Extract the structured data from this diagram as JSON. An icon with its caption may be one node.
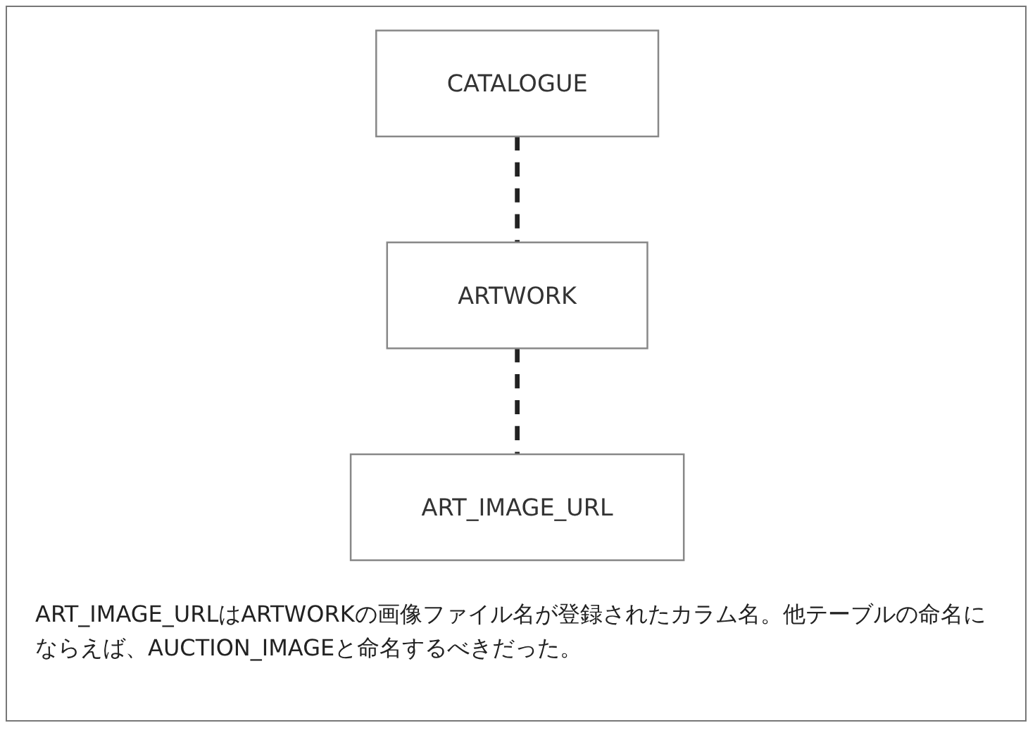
{
  "diagram": {
    "caption": "ART_IMAGE_URLはARTWORKの画像ファイル名が登録されたカラム名。他テーブルの命名にならえば、AUCTION_IMAGEと命名するべきだった。",
    "nodes": [
      {
        "text": [
          "CATALOGUE"
        ]
      },
      {
        "text": [
          "ARTWORK"
        ]
      },
      {
        "text": [
          "ART_IMAGE_URL"
        ]
      }
    ],
    "edges": [
      {
        "from": 0,
        "to": 1,
        "arrow": "none",
        "style": "dashed"
      },
      {
        "from": 1,
        "to": 2,
        "arrow": "none",
        "style": "dashed"
      }
    ]
  }
}
